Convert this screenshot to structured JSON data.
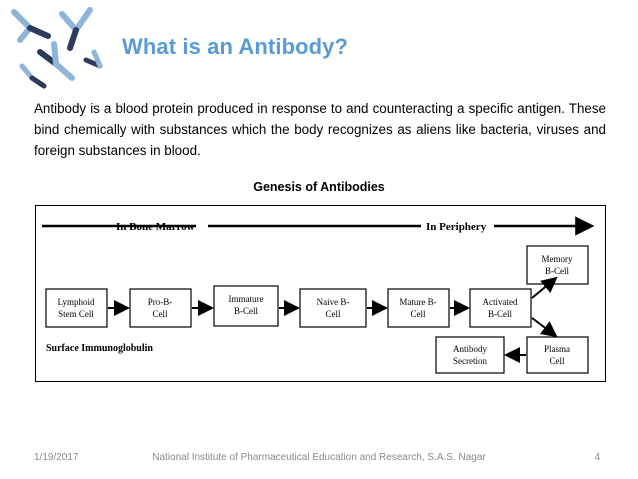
{
  "slide": {
    "title": "What is an Antibody?",
    "body": "Antibody is a blood protein produced in response to and counteracting a specific antigen. These bind chemically with substances which the body recognizes as aliens like bacteria, viruses and foreign substances in blood.",
    "diagram_heading": "Genesis of Antibodies"
  },
  "diagram": {
    "stage_left": "In Bone Marrow",
    "stage_right": "In Periphery",
    "surface_label": "Surface Immunoglobulin",
    "boxes": {
      "lymphoid_1": "Lymphoid",
      "lymphoid_2": "Stem Cell",
      "prob_1": "Pro-B-",
      "prob_2": "Cell",
      "immature_1": "Immature",
      "immature_2": "B-Cell",
      "naive_1": "Naive B-",
      "naive_2": "Cell",
      "mature_1": "Mature B-",
      "mature_2": "Cell",
      "activated_1": "Activated",
      "activated_2": "B-Cell",
      "memory_1": "Memory",
      "memory_2": "B-Cell",
      "plasma_1": "Plasma",
      "plasma_2": "Cell",
      "secretion_1": "Antibody",
      "secretion_2": "Secretion"
    }
  },
  "footer": {
    "date": "1/19/2017",
    "organization": "National Institute of Pharmaceutical Education and Research, S.A.S. Nagar",
    "page_number": "4"
  },
  "colors": {
    "title": "#5b9bd5",
    "footer_text": "#8a8a8a",
    "logo_blue": "#8fb4d9",
    "logo_navy": "#2d3a5c"
  },
  "icons": {
    "logo": "antibody-y-shapes-icon"
  }
}
